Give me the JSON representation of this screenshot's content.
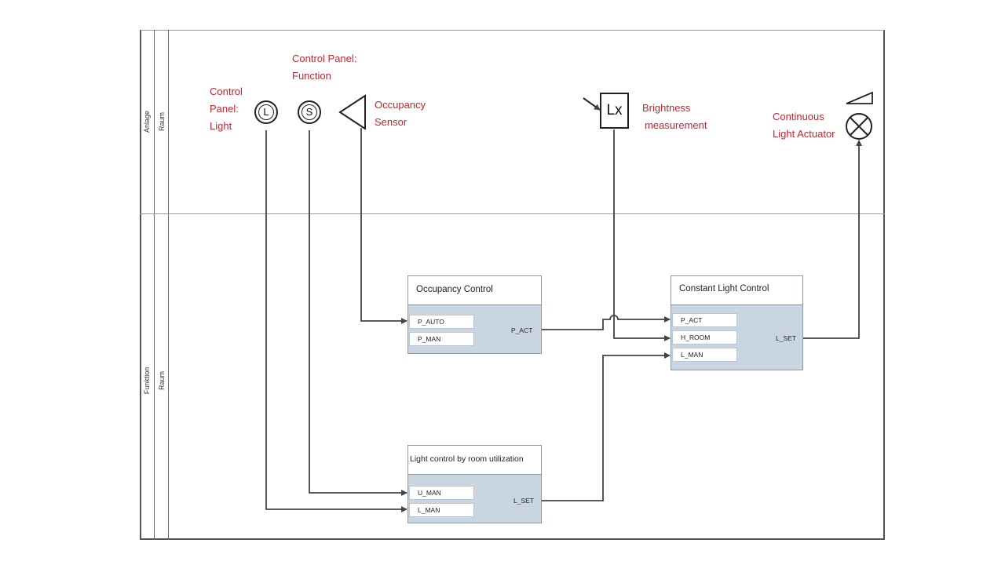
{
  "lanes": {
    "top_outer": "Anlage",
    "top_inner": "Raum",
    "bottom_outer": "Funktion",
    "bottom_inner": "Raum"
  },
  "annotations": {
    "control_panel_light": [
      "Control",
      "Panel:",
      "Light"
    ],
    "control_panel_function": [
      "Control Panel:",
      "Function"
    ],
    "occupancy_sensor": [
      "Occupancy",
      "Sensor"
    ],
    "brightness": [
      "Brightness",
      "measurement"
    ],
    "continuous_light_actuator": [
      "Continuous",
      "Light Actuator"
    ]
  },
  "symbols": {
    "light_panel_letter": "L",
    "function_panel_letter": "S",
    "brightness_label": "Lx"
  },
  "blocks": {
    "occupancy_control": {
      "title": "Occupancy Control",
      "inputs": [
        "P_AUTO",
        "P_MAN"
      ],
      "output": "P_ACT"
    },
    "constant_light_control": {
      "title": "Constant Light Control",
      "inputs": [
        "P_ACT",
        "H_ROOM",
        "L_MAN"
      ],
      "output": "L_SET"
    },
    "light_control_room": {
      "title": "Light control by room utilization",
      "inputs": [
        "U_MAN",
        "L_MAN"
      ],
      "output": "L_SET"
    }
  },
  "colors": {
    "annotation": "#c1272d",
    "block_body": "#c9d6e1",
    "wire": "#444444"
  }
}
